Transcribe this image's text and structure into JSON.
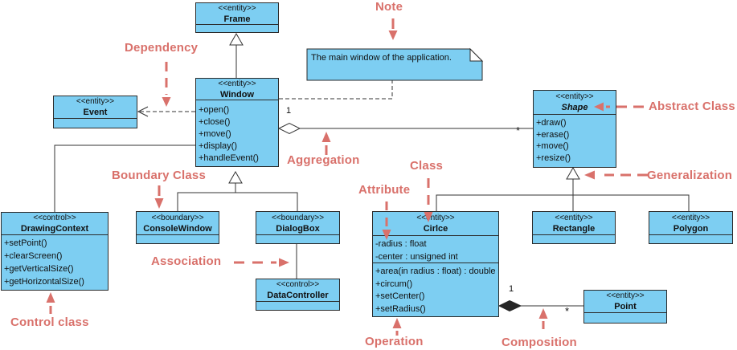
{
  "diagram_type": "uml-class-diagram",
  "colors": {
    "class_fill": "#7dcef2",
    "class_border": "#2b2b2b",
    "connector": "#333333",
    "annotation_red": "#d9716b",
    "text": "#101010"
  },
  "classes": {
    "frame": {
      "stereotype": "<<entity>>",
      "name": "Frame"
    },
    "window": {
      "stereotype": "<<entity>>",
      "name": "Window",
      "methods": [
        "+open()",
        "+close()",
        "+move()",
        "+display()",
        "+handleEvent()"
      ]
    },
    "event": {
      "stereotype": "<<entity>>",
      "name": "Event"
    },
    "shape": {
      "stereotype": "<<entity>>",
      "name": "Shape",
      "methods": [
        "+draw()",
        "+erase()",
        "+move()",
        "+resize()"
      ]
    },
    "drawing_context": {
      "stereotype": "<<control>>",
      "name": "DrawingContext",
      "methods": [
        "+setPoint()",
        "+clearScreen()",
        "+getVerticalSize()",
        "+getHorizontalSize()"
      ]
    },
    "console_window": {
      "stereotype": "<<boundary>>",
      "name": "ConsoleWindow"
    },
    "dialog_box": {
      "stereotype": "<<boundary>>",
      "name": "DialogBox"
    },
    "data_controller": {
      "stereotype": "<<control>>",
      "name": "DataController"
    },
    "circle": {
      "stereotype": "<<entity>>",
      "name": "Cirlce",
      "attributes": [
        "-radius : float",
        "-center : unsigned int"
      ],
      "methods": [
        "+area(in radius : float) : double",
        "+circum()",
        "+setCenter()",
        "+setRadius()"
      ]
    },
    "rectangle": {
      "stereotype": "<<entity>>",
      "name": "Rectangle"
    },
    "polygon": {
      "stereotype": "<<entity>>",
      "name": "Polygon"
    },
    "point": {
      "stereotype": "<<entity>>",
      "name": "Point"
    }
  },
  "note": {
    "text": "The main window of the application."
  },
  "relations": {
    "window_shape_aggregation": {
      "source_multiplicity": "1",
      "target_multiplicity": "*"
    },
    "circle_point_composition": {
      "source_multiplicity": "1",
      "target_multiplicity": "*"
    }
  },
  "annotations": {
    "note": "Note",
    "dependency": "Dependency",
    "abstract_class": "Abstract Class",
    "aggregation": "Aggregation",
    "boundary_class": "Boundary Class",
    "class_label": "Class",
    "attribute": "Attribute",
    "generalization": "Generalization",
    "association": "Association",
    "control_class": "Control class",
    "operation": "Operation",
    "composition": "Composition"
  }
}
